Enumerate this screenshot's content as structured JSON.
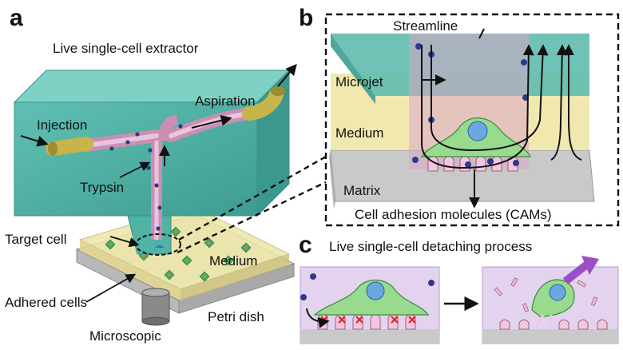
{
  "panels": {
    "a": {
      "letter": "a",
      "title": "Live single-cell extractor",
      "labels": {
        "injection": "Injection",
        "aspiration": "Aspiration",
        "trypsin": "Trypsin",
        "target_cell": "Target cell",
        "medium": "Medium",
        "adhered_cells": "Adhered cells",
        "petri_dish": "Petri dish",
        "microscopic": "Microscopic"
      }
    },
    "b": {
      "letter": "b",
      "labels": {
        "streamline": "Streamline",
        "microjet": "Microjet",
        "medium": "Medium",
        "matrix": "Matrix",
        "cams": "Cell adhesion molecules (CAMs)"
      }
    },
    "c": {
      "letter": "c",
      "title": "Live single-cell detaching process"
    }
  },
  "colors": {
    "extractor_teal": "#4fb3a6",
    "channel_pink": "#d8a9c4",
    "medium_yellow": "#efe6a6",
    "matrix_gray": "#c9c9c9",
    "cell_green": "#8fd88a",
    "nucleus_blue": "#6aa8e0",
    "bead_navy": "#2c3a8c",
    "cam_pink": "#f2c6e0",
    "detach_purple": "#9b4fc7",
    "cross_red": "#e02020"
  }
}
